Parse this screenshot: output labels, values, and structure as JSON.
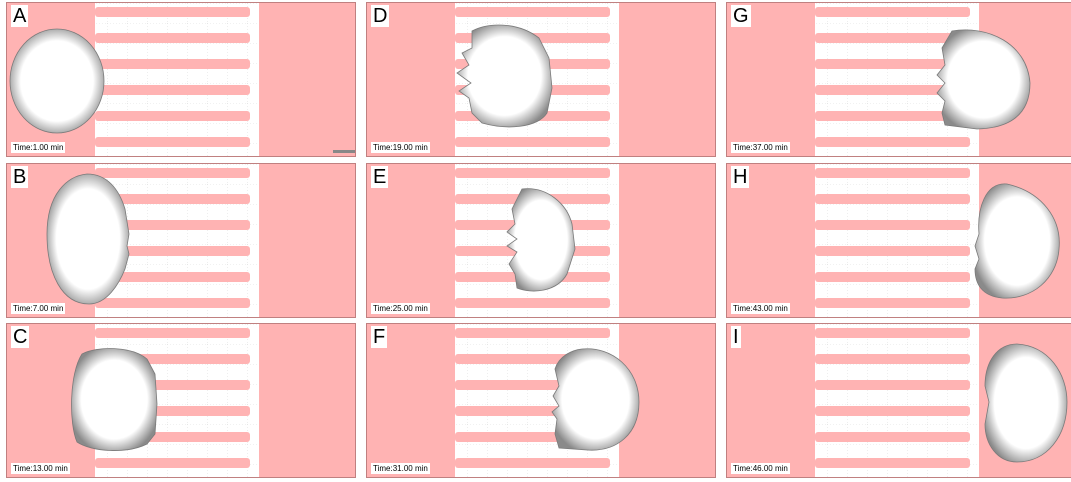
{
  "colors": {
    "substrate": "#ffb3b3",
    "frame": "#c08080",
    "cell_fill": "#ffffff",
    "cell_edge": "#7a7a7a",
    "scale_bar": "#888888"
  },
  "panels": [
    {
      "label": "A",
      "time": "Time:1.00 min"
    },
    {
      "label": "B",
      "time": "Time:7.00 min"
    },
    {
      "label": "C",
      "time": "Time:13.00 min"
    },
    {
      "label": "D",
      "time": "Time:19.00 min"
    },
    {
      "label": "E",
      "time": "Time:25.00 min"
    },
    {
      "label": "F",
      "time": "Time:31.00 min"
    },
    {
      "label": "G",
      "time": "Time:37.00 min"
    },
    {
      "label": "H",
      "time": "Time:43.00 min"
    },
    {
      "label": "I",
      "time": "Time:46.00 min"
    }
  ]
}
